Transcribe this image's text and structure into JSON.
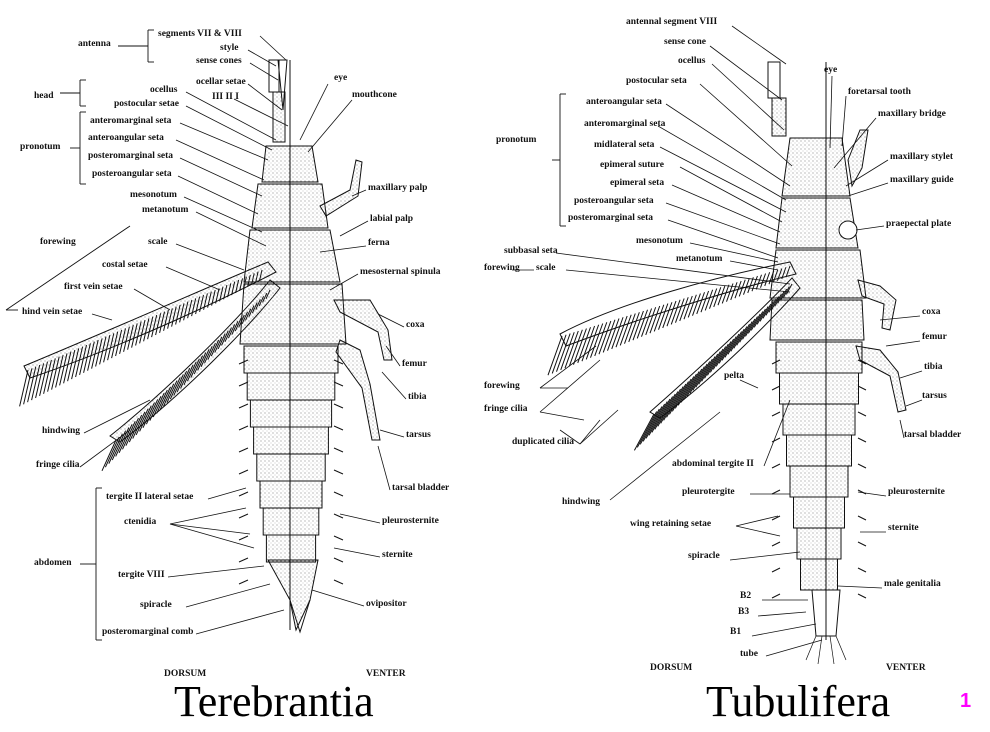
{
  "panels": [
    {
      "title": "Terebrantia",
      "dorsum": "DORSUM",
      "venter": "VENTER",
      "labels": [
        "antenna",
        "segments VII & VIII",
        "style",
        "sense cones",
        "ocellar setae",
        "III  II  I",
        "head",
        "ocellus",
        "postocular setae",
        "eye",
        "mouthcone",
        "pronotum",
        "anteromarginal seta",
        "anteroangular seta",
        "posteromarginal seta",
        "posteroangular seta",
        "maxillary palp",
        "mesonotum",
        "metanotum",
        "labial palp",
        "forewing",
        "scale",
        "ferna",
        "costal setae",
        "mesosternal spinula",
        "first vein setae",
        "hind vein setae",
        "coxa",
        "femur",
        "tibia",
        "hindwing",
        "tarsus",
        "fringe cilia",
        "tarsal bladder",
        "tergite II lateral setae",
        "pleurosternite",
        "ctenidia",
        "abdomen",
        "sternite",
        "tergite VIII",
        "spiracle",
        "ovipositor",
        "posteromarginal comb"
      ]
    },
    {
      "title": "Tubulifera",
      "dorsum": "DORSUM",
      "venter": "VENTER",
      "labels": [
        "antennal segment VIII",
        "sense cone",
        "ocellus",
        "eye",
        "postocular seta",
        "foretarsal tooth",
        "anteroangular seta",
        "maxillary bridge",
        "pronotum",
        "anteromarginal seta",
        "midlateral seta",
        "maxillary stylet",
        "epimeral suture",
        "maxillary guide",
        "epimeral seta",
        "posteroangular seta",
        "praepectal plate",
        "posteromarginal seta",
        "mesonotum",
        "subbasal seta",
        "metanotum",
        "forewing",
        "scale",
        "coxa",
        "femur",
        "tibia",
        "pelta",
        "forewing",
        "tarsus",
        "fringe cilia",
        "duplicated cilia",
        "tarsal bladder",
        "abdominal tergite II",
        "hindwing",
        "pleurotergite",
        "pleurosternite",
        "wing retaining setae",
        "sternite",
        "spiracle",
        "male genitalia",
        "B2",
        "B3",
        "B1",
        "tube"
      ]
    }
  ],
  "page_number": "1"
}
